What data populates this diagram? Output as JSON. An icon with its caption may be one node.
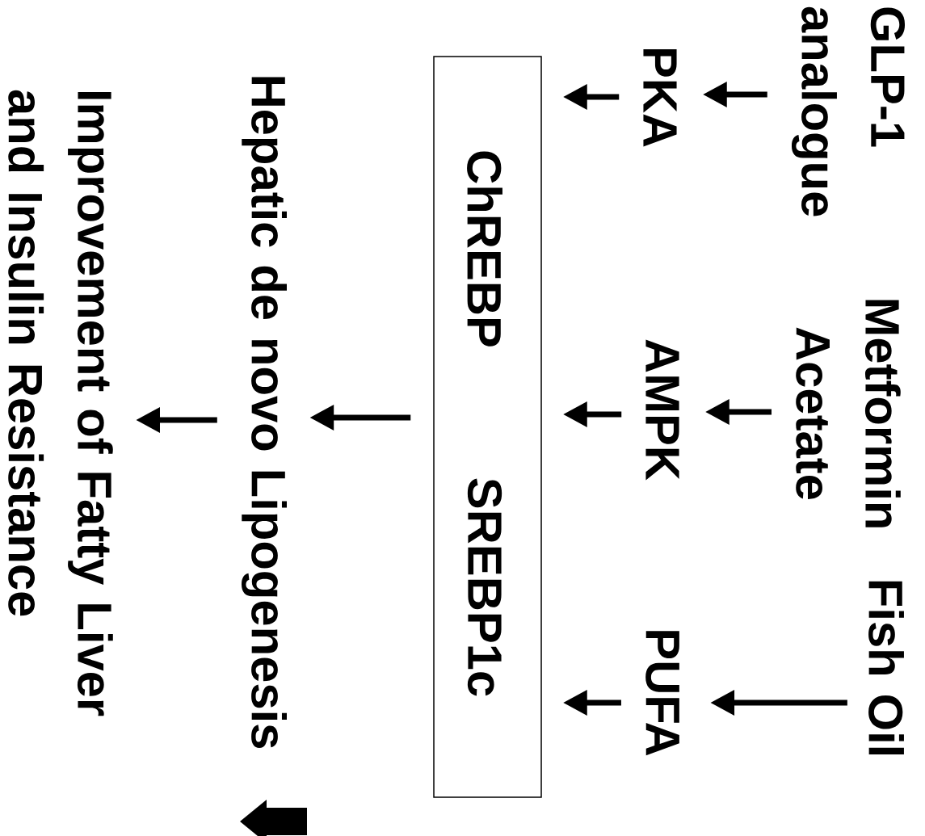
{
  "diagram": {
    "nodes": [
      {
        "text": [
          "GLP-1 analogue"
        ]
      },
      {
        "text": [
          "Metformin Acetate"
        ]
      },
      {
        "text": [
          "Fish Oil"
        ]
      },
      {
        "text": [
          "PKA"
        ]
      },
      {
        "text": [
          "AMPK"
        ]
      },
      {
        "text": [
          "PUFA"
        ]
      },
      {
        "text": [],
        "shape": "box"
      },
      {
        "text": [
          "ChREBP"
        ],
        "in": 6
      },
      {
        "text": [
          "SREBP1c"
        ],
        "in": 6
      },
      {
        "text": [
          "Hepatic de novo Lipogenesis"
        ]
      },
      {
        "text": [
          "Improvement of Fatty Liver and Insulin Resistance"
        ]
      }
    ],
    "edges": [
      {
        "from": 0,
        "to": 3,
        "arrow": "to"
      },
      {
        "from": 1,
        "to": 4,
        "arrow": "to"
      },
      {
        "from": 2,
        "to": 5,
        "arrow": "to"
      },
      {
        "from": 3,
        "to": 6,
        "arrow": "to"
      },
      {
        "from": 4,
        "to": 6,
        "arrow": "to"
      },
      {
        "from": 5,
        "to": 6,
        "arrow": "to"
      },
      {
        "from": 6,
        "to": 9,
        "arrow": "to"
      },
      {
        "from": 9,
        "to": 10,
        "arrow": "to"
      }
    ]
  }
}
